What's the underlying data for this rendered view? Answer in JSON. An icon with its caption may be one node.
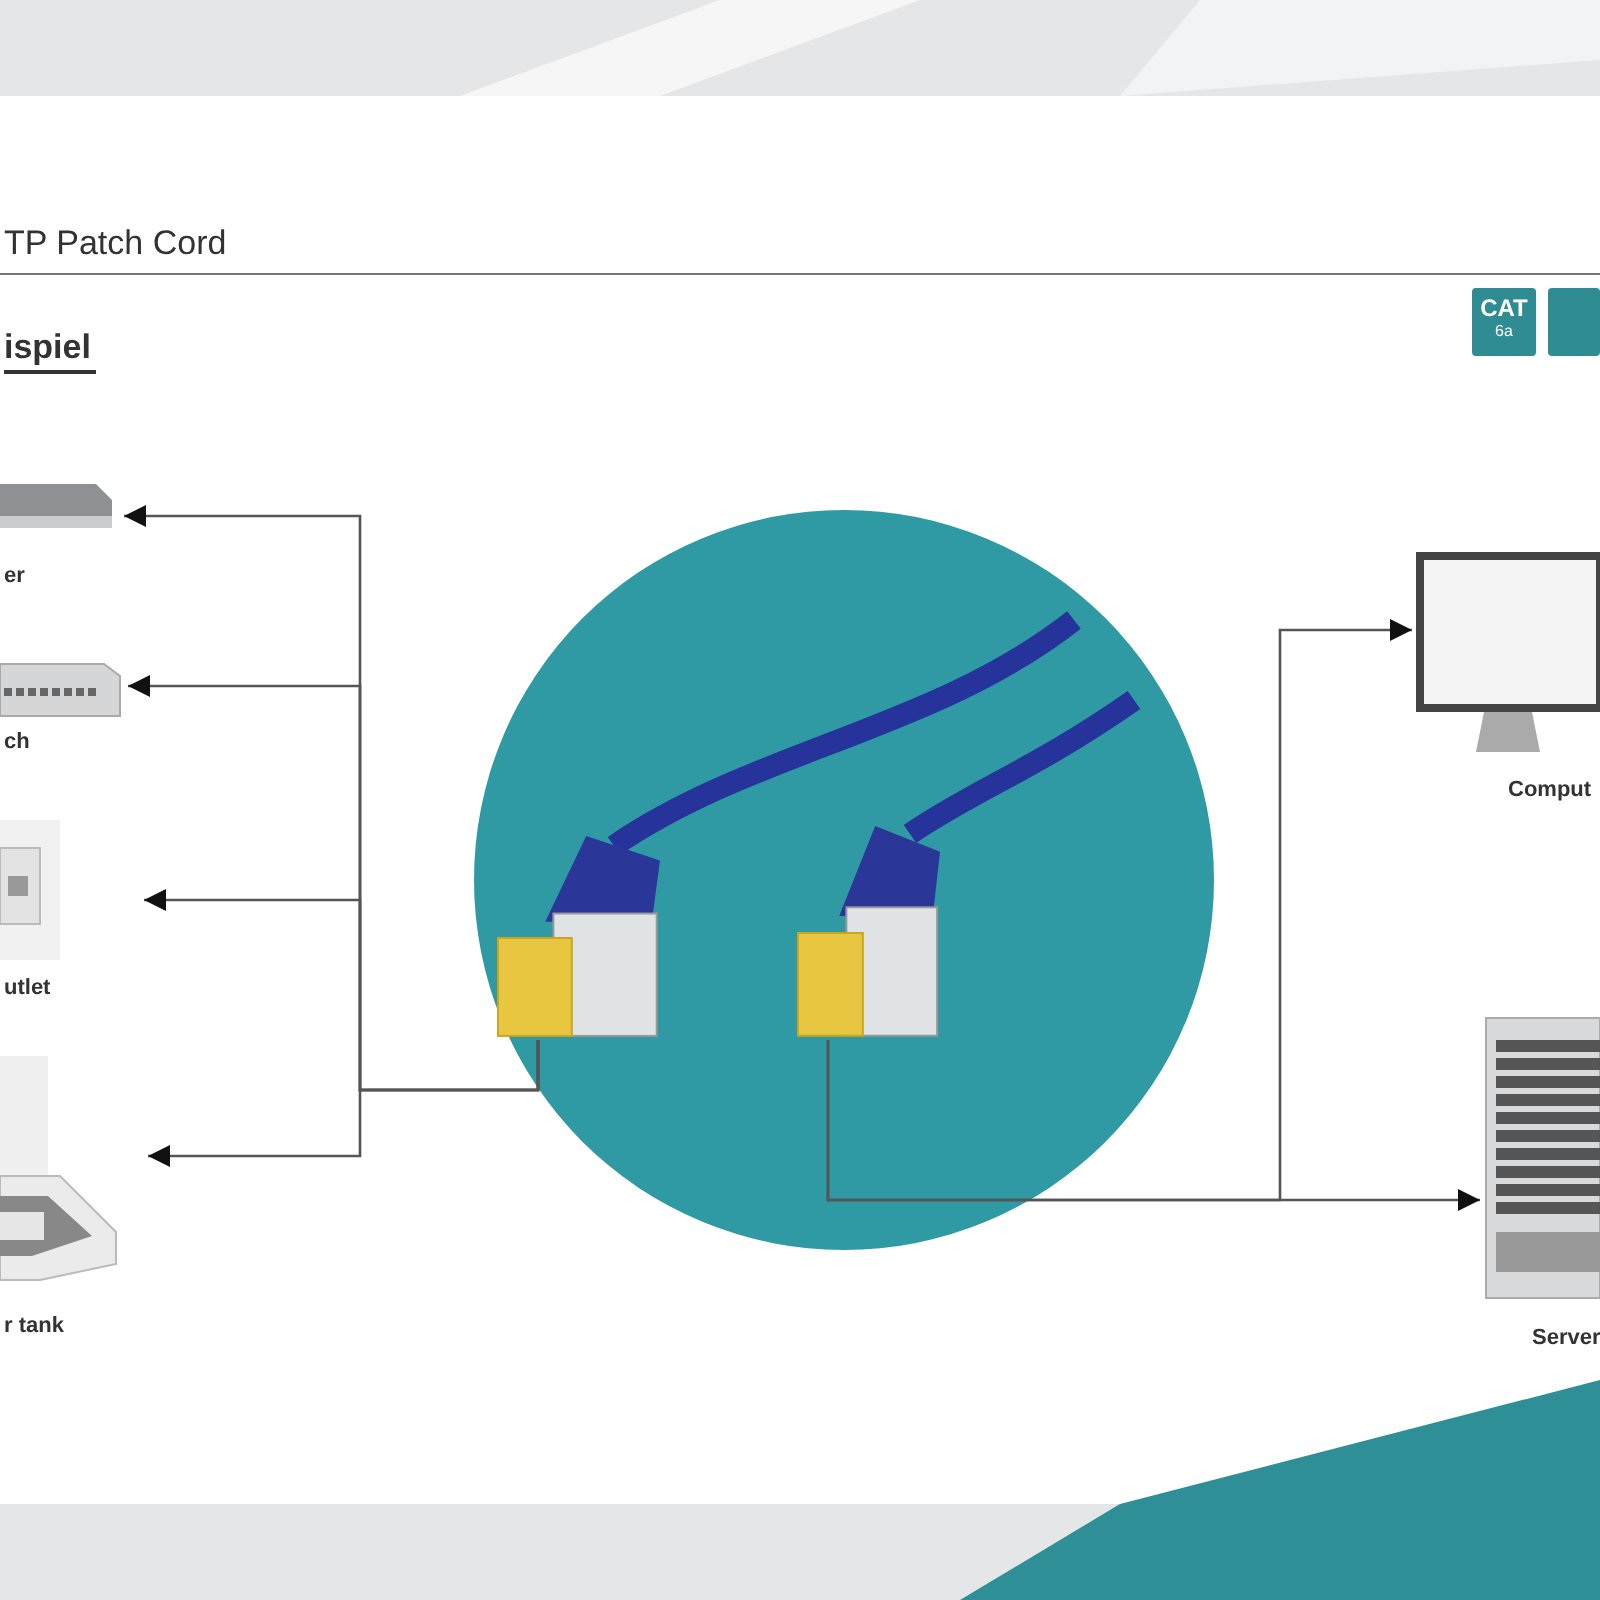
{
  "diagram": {
    "title": "TP Patch Cord",
    "nodes": [
      {
        "text": [
          "er"
        ]
      },
      {
        "text": [
          "ch"
        ]
      },
      {
        "text": [
          "utlet"
        ]
      },
      {
        "text": [
          "r tank"
        ]
      },
      {
        "text": [
          "Comput"
        ]
      },
      {
        "text": [
          "Server"
        ]
      },
      {
        "text": [],
        "shape": "circle"
      },
      {
        "text": [],
        "shape": "picture",
        "in": 6
      },
      {
        "text": [],
        "shape": "picture",
        "in": 6
      }
    ],
    "edges": [
      {
        "from": 7,
        "to": 0,
        "arrow": "to"
      },
      {
        "from": 7,
        "to": 1,
        "arrow": "to"
      },
      {
        "from": 7,
        "to": 2,
        "arrow": "to"
      },
      {
        "from": 7,
        "to": 3,
        "arrow": "to"
      },
      {
        "from": 8,
        "to": 4,
        "arrow": "to"
      },
      {
        "from": 8,
        "to": 5,
        "arrow": "to"
      }
    ],
    "labels": [
      "ispiel",
      "CAT",
      "6a"
    ]
  }
}
